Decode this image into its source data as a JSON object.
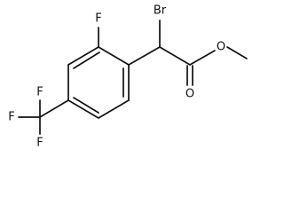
{
  "structure": {
    "title": "",
    "labels": {
      "br": "Br",
      "o_carbonyl": "O",
      "o_ester": "O",
      "f_ring": "F",
      "f_cf3_upper": "F",
      "f_cf3_left": "F",
      "f_cf3_lower": "F"
    }
  }
}
